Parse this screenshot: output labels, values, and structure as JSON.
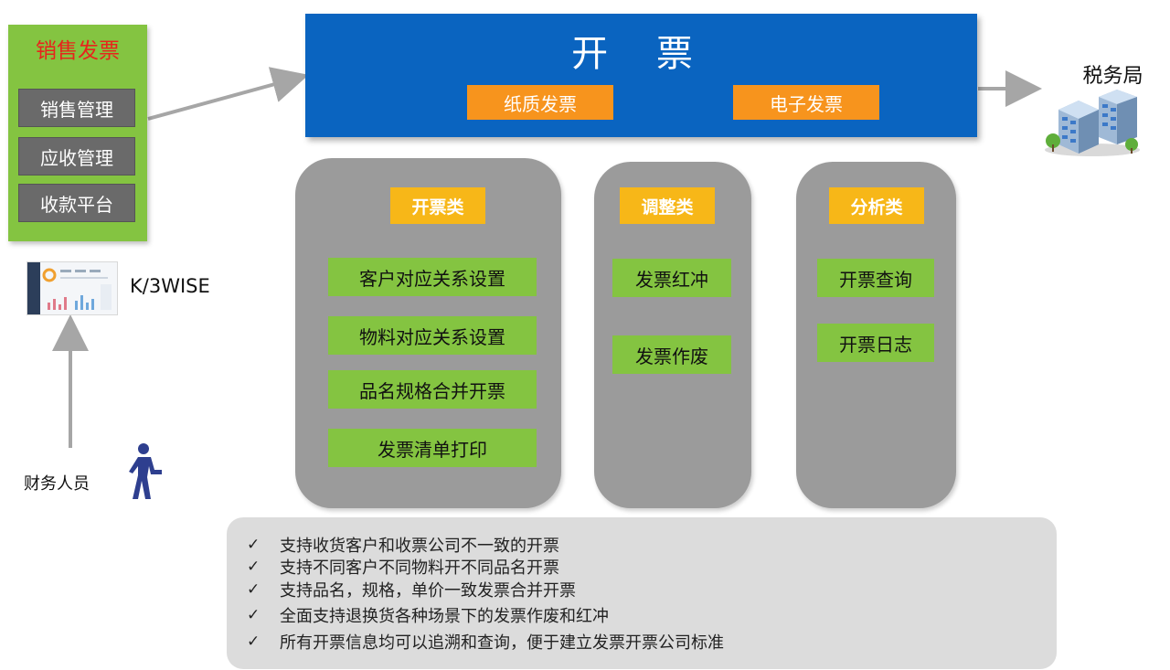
{
  "sales": {
    "title": "销售发票",
    "items": [
      "销售管理",
      "应收管理",
      "收款平台"
    ]
  },
  "banner": {
    "title": "开 票",
    "paper_invoice": "纸质发票",
    "e_invoice": "电子发票"
  },
  "tax_bureau": {
    "label": "税务局",
    "icon": "office-building-icon"
  },
  "app": {
    "label": "K/3WISE",
    "icon": "dashboard-screenshot-icon"
  },
  "person": {
    "label": "财务人员",
    "icon": "walking-person-icon"
  },
  "columns": {
    "invoicing": {
      "title": "开票类",
      "items": [
        "客户对应关系设置",
        "物料对应关系设置",
        "品名规格合并开票",
        "发票清单打印"
      ]
    },
    "adjustment": {
      "title": "调整类",
      "items": [
        "发票红冲",
        "发票作废"
      ]
    },
    "analysis": {
      "title": "分析类",
      "items": [
        "开票查询",
        "开票日志"
      ]
    }
  },
  "features": {
    "check": "✓",
    "items": [
      "支持收货客户和收票公司不一致的开票",
      "支持不同客户不同物料开不同品名开票",
      "支持品名，规格，单价一致发票合并开票",
      "全面支持退换货各种场景下的发票作废和红冲",
      "所有开票信息均可以追溯和查询，便于建立发票开票公司标准"
    ]
  },
  "colors": {
    "banner_blue": "#0a64c0",
    "orange": "#f7941d",
    "yellow": "#f7b718",
    "green": "#84c441",
    "gray": "#9b9b9b",
    "red": "#e8231c"
  }
}
